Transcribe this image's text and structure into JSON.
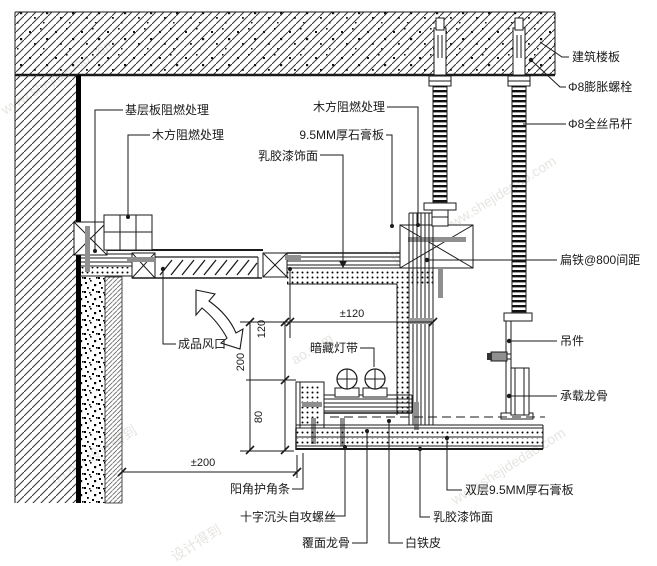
{
  "drawing": {
    "title_hint": "ceiling cove lighting construction detail",
    "labels": {
      "building_slab": "建筑楼板",
      "expansion_bolt": "Φ8膨胀螺栓",
      "hanger_rod": "Φ8全丝吊杆",
      "base_board_fire": "基层板阻燃处理",
      "wood_fire_left": "木方阻燃处理",
      "wood_fire_right": "木方阻燃处理",
      "gypsum_9_5": "9.5MM厚石膏板",
      "latex_paint_top": "乳胶漆饰面",
      "finished_vent": "成品风口",
      "hidden_light_strip": "暗藏灯带",
      "flat_iron": "扁铁@800间距",
      "hanger_part": "吊件",
      "load_bearing_keel": "承载龙骨",
      "double_gypsum": "双层9.5MM厚石膏板",
      "corner_bead": "阳角护角条",
      "self_tapping_screw": "十字沉头自攻螺丝",
      "facing_keel": "覆面龙骨",
      "tin_sheet": "白铁皮",
      "latex_paint_bottom": "乳胶漆饰面"
    },
    "dimensions": {
      "cove_width": "±120",
      "drop_top": "120",
      "drop_total": "200",
      "drop_bottom": "80",
      "wall_offset": "±200"
    },
    "watermarks": [
      "www.shejidedao.com",
      "设计得到 www.shejidedao.com",
      "o.com 设计得到",
      "www.shejidedao.com",
      "设计得到",
      "ao.com"
    ],
    "colors": {
      "line": "#1a1a1a",
      "screw_gray": "#8f8f8f",
      "watermark": "#b0a89e",
      "paper": "#ffffff"
    }
  }
}
